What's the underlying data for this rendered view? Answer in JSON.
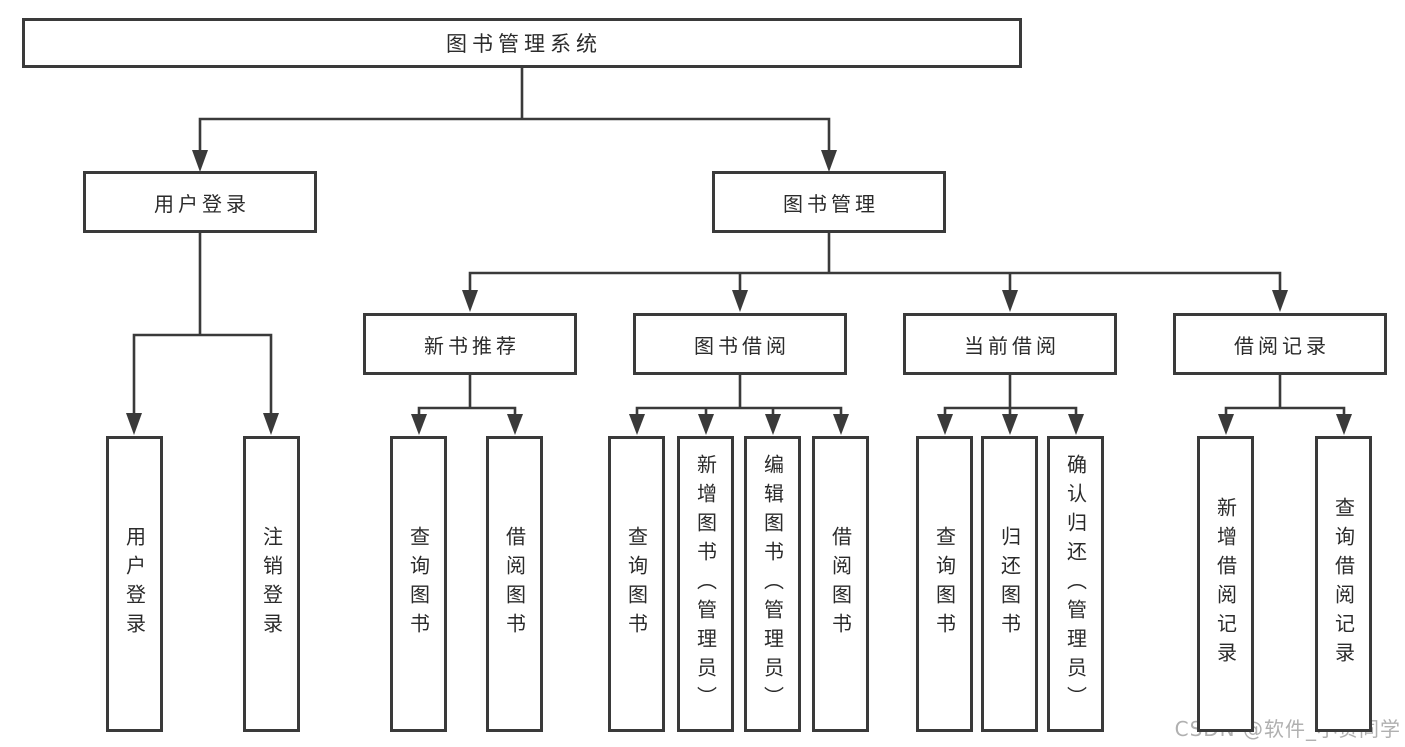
{
  "page": {
    "watermark": "CSDN @软件_小贺同学",
    "colors": {
      "line": "#3a3a3a",
      "border": "#3a3a3a",
      "text": "#2b2b2b",
      "box_fill": "#ffffff",
      "watermark": "#b0b0b0"
    }
  },
  "tree": {
    "root": {
      "label": "图书管理系统"
    },
    "level2": [
      {
        "label": "用户登录"
      },
      {
        "label": "图书管理"
      }
    ],
    "level3": [
      {
        "label": "新书推荐"
      },
      {
        "label": "图书借阅"
      },
      {
        "label": "当前借阅"
      },
      {
        "label": "借阅记录"
      }
    ],
    "leaves": {
      "user_login": [
        "用户登录",
        "注销登录"
      ],
      "new_book_recommend": [
        "查询图书",
        "借阅图书"
      ],
      "book_borrow": [
        "查询图书",
        "新增图书（管理员）",
        "编辑图书（管理员）",
        "借阅图书"
      ],
      "current_borrow": [
        "查询图书",
        "归还图书",
        "确认归还（管理员）"
      ],
      "borrow_records": [
        "新增借阅记录",
        "查询借阅记录"
      ]
    }
  }
}
